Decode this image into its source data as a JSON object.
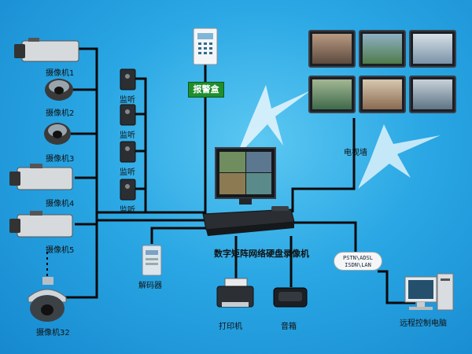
{
  "labels": {
    "cam1": "摄像机1",
    "cam2": "摄像机2",
    "cam3": "摄像机3",
    "cam4": "摄像机4",
    "cam5": "摄像机5",
    "cam32": "摄像机32",
    "monitor1": "监听",
    "monitor2": "监听",
    "monitor3": "监听",
    "monitor4": "监听",
    "alarm_box": "报警盒",
    "tv_wall": "电视墙",
    "dvr": "数字矩阵网络硬盘录像机",
    "decoder": "解码器",
    "printer": "打印机",
    "speaker": "音箱",
    "remote_pc": "远程控制电脑",
    "network_line1": "PSTN\\ADSL",
    "network_line2": "ISDN\\LAN"
  },
  "colors": {
    "background": "#2aa7e4",
    "wire": "#0a0a0a",
    "alarm_tag": "#1f8f2e"
  }
}
